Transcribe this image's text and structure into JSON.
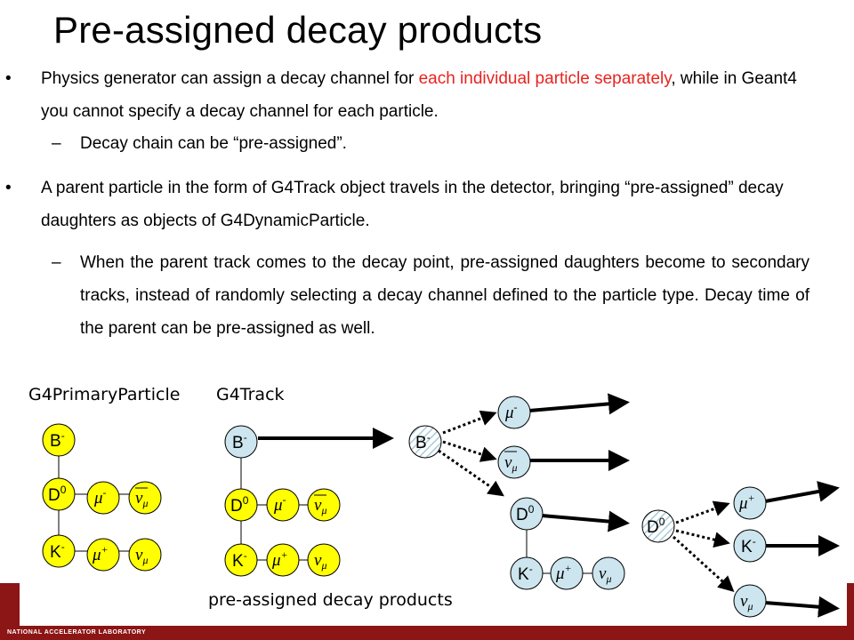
{
  "title": "Pre-assigned decay products",
  "bullets": {
    "b1": {
      "marker": "•",
      "pre": "Physics generator can assign a decay channel for ",
      "red": "each individual particle separately",
      "post": ", while in Geant4 you cannot specify a decay channel for each particle."
    },
    "s1": {
      "marker": "–",
      "text": "Decay chain can be “pre-assigned”."
    },
    "b2": {
      "marker": "•",
      "text": "A parent particle in the form of G4Track object travels in the detector, bringing “pre-assigned” decay daughters as objects of G4DynamicParticle."
    },
    "s2": {
      "marker": "–",
      "text": "When the parent track comes to the decay point, pre-assigned daughters become to secondary tracks, instead of randomly selecting a decay channel defined to the particle type. Decay time of the parent can be pre-assigned as well."
    }
  },
  "diagram": {
    "label_primary": "G4PrimaryParticle",
    "label_track": "G4Track",
    "label_preassigned": "pre-assigned decay products",
    "particles": {
      "B": "B",
      "D": "D",
      "K": "K",
      "mu": "μ",
      "nu": "ν",
      "sub_D": "0",
      "sup_minus": "-",
      "sup_plus": "+",
      "sub_mu": "μ"
    },
    "colors": {
      "primary": "#ffff00",
      "track": "#cce5ee",
      "decayed_hatch": "#a9ccd9",
      "line": "#000000"
    }
  },
  "footer": {
    "lab_text": "NATIONAL ACCELERATOR LABORATORY",
    "brand_color": "#8c1515"
  }
}
